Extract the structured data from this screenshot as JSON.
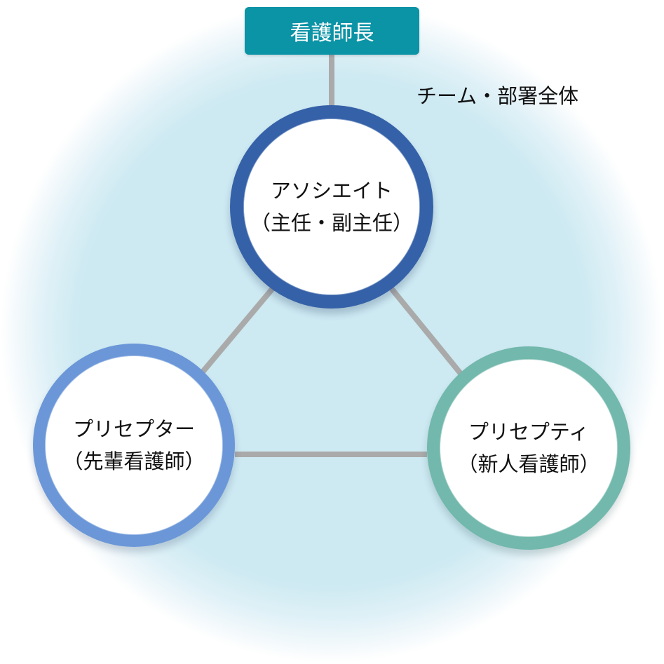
{
  "diagram": {
    "top_box": {
      "label": "看護師長",
      "color": "#0b93a6"
    },
    "scope_label": "チーム・部署全体",
    "nodes": {
      "associate": {
        "line1": "アソシエイト",
        "line2": "（主任・副主任）",
        "ring_color": "#3561a8"
      },
      "preceptor": {
        "line1": "プリセプター",
        "line2": "（先輩看護師）",
        "ring_color": "#6b97d8"
      },
      "preceptee": {
        "line1": "プリセプティ",
        "line2": "（新人看護師）",
        "ring_color": "#72b8ac"
      }
    },
    "connector_color": "#aaaaaa",
    "background_color": "#cde9f2"
  }
}
